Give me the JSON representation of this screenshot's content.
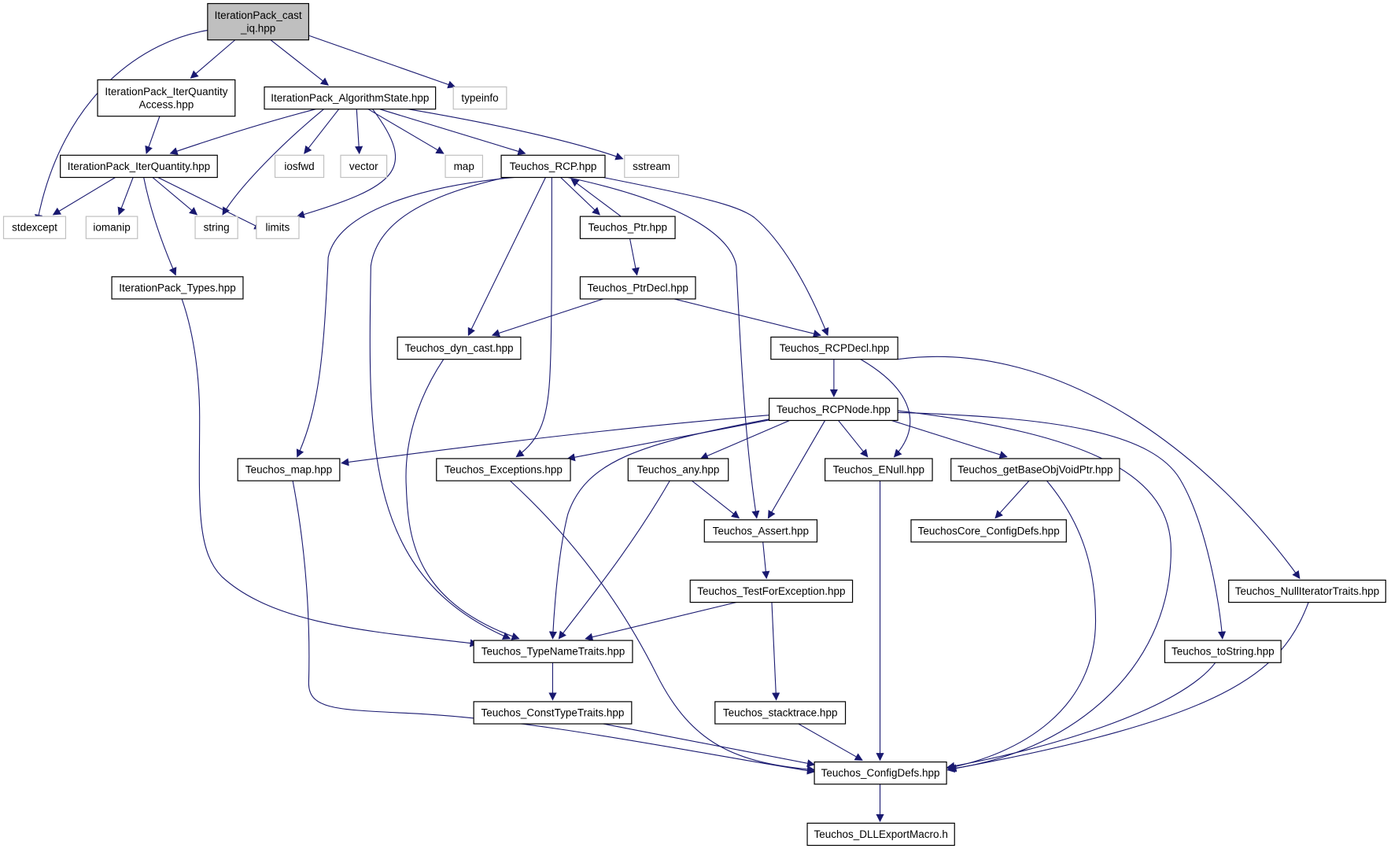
{
  "colors": {
    "edge": "#191970",
    "root_fill": "#bfbfbf",
    "node_border": "#000000",
    "system_border": "#c0c0c0"
  },
  "nodes": [
    {
      "id": "root",
      "lines": [
        "IterationPack_cast",
        "_iq.hpp"
      ],
      "kind": "root"
    },
    {
      "id": "iqaccess",
      "lines": [
        "IterationPack_IterQuantity",
        "Access.hpp"
      ]
    },
    {
      "id": "algstate",
      "lines": [
        "IterationPack_AlgorithmState.hpp"
      ]
    },
    {
      "id": "typeinfo",
      "lines": [
        "typeinfo"
      ],
      "kind": "system"
    },
    {
      "id": "iterquantity",
      "lines": [
        "IterationPack_IterQuantity.hpp"
      ]
    },
    {
      "id": "iosfwd",
      "lines": [
        "iosfwd"
      ],
      "kind": "system"
    },
    {
      "id": "vector",
      "lines": [
        "vector"
      ],
      "kind": "system"
    },
    {
      "id": "map",
      "lines": [
        "map"
      ],
      "kind": "system"
    },
    {
      "id": "rcp",
      "lines": [
        "Teuchos_RCP.hpp"
      ]
    },
    {
      "id": "sstream",
      "lines": [
        "sstream"
      ],
      "kind": "system"
    },
    {
      "id": "stdexcept",
      "lines": [
        "stdexcept"
      ],
      "kind": "system"
    },
    {
      "id": "iomanip",
      "lines": [
        "iomanip"
      ],
      "kind": "system"
    },
    {
      "id": "string",
      "lines": [
        "string"
      ],
      "kind": "system"
    },
    {
      "id": "limits",
      "lines": [
        "limits"
      ],
      "kind": "system"
    },
    {
      "id": "ptr",
      "lines": [
        "Teuchos_Ptr.hpp"
      ]
    },
    {
      "id": "types",
      "lines": [
        "IterationPack_Types.hpp"
      ]
    },
    {
      "id": "ptrdecl",
      "lines": [
        "Teuchos_PtrDecl.hpp"
      ]
    },
    {
      "id": "dyncast",
      "lines": [
        "Teuchos_dyn_cast.hpp"
      ]
    },
    {
      "id": "rcpdecl",
      "lines": [
        "Teuchos_RCPDecl.hpp"
      ]
    },
    {
      "id": "rcpnode",
      "lines": [
        "Teuchos_RCPNode.hpp"
      ]
    },
    {
      "id": "tmap",
      "lines": [
        "Teuchos_map.hpp"
      ]
    },
    {
      "id": "exceptions",
      "lines": [
        "Teuchos_Exceptions.hpp"
      ]
    },
    {
      "id": "any",
      "lines": [
        "Teuchos_any.hpp"
      ]
    },
    {
      "id": "enull",
      "lines": [
        "Teuchos_ENull.hpp"
      ]
    },
    {
      "id": "getbase",
      "lines": [
        "Teuchos_getBaseObjVoidPtr.hpp"
      ]
    },
    {
      "id": "assert",
      "lines": [
        "Teuchos_Assert.hpp"
      ]
    },
    {
      "id": "coreconfig",
      "lines": [
        "TeuchosCore_ConfigDefs.hpp"
      ]
    },
    {
      "id": "testforexc",
      "lines": [
        "Teuchos_TestForException.hpp"
      ]
    },
    {
      "id": "nulliter",
      "lines": [
        "Teuchos_NullIteratorTraits.hpp"
      ]
    },
    {
      "id": "typename",
      "lines": [
        "Teuchos_TypeNameTraits.hpp"
      ]
    },
    {
      "id": "tostring",
      "lines": [
        "Teuchos_toString.hpp"
      ]
    },
    {
      "id": "consttype",
      "lines": [
        "Teuchos_ConstTypeTraits.hpp"
      ]
    },
    {
      "id": "stacktrace",
      "lines": [
        "Teuchos_stacktrace.hpp"
      ]
    },
    {
      "id": "configdefs",
      "lines": [
        "Teuchos_ConfigDefs.hpp"
      ]
    },
    {
      "id": "dllexport",
      "lines": [
        "Teuchos_DLLExportMacro.h"
      ]
    }
  ]
}
